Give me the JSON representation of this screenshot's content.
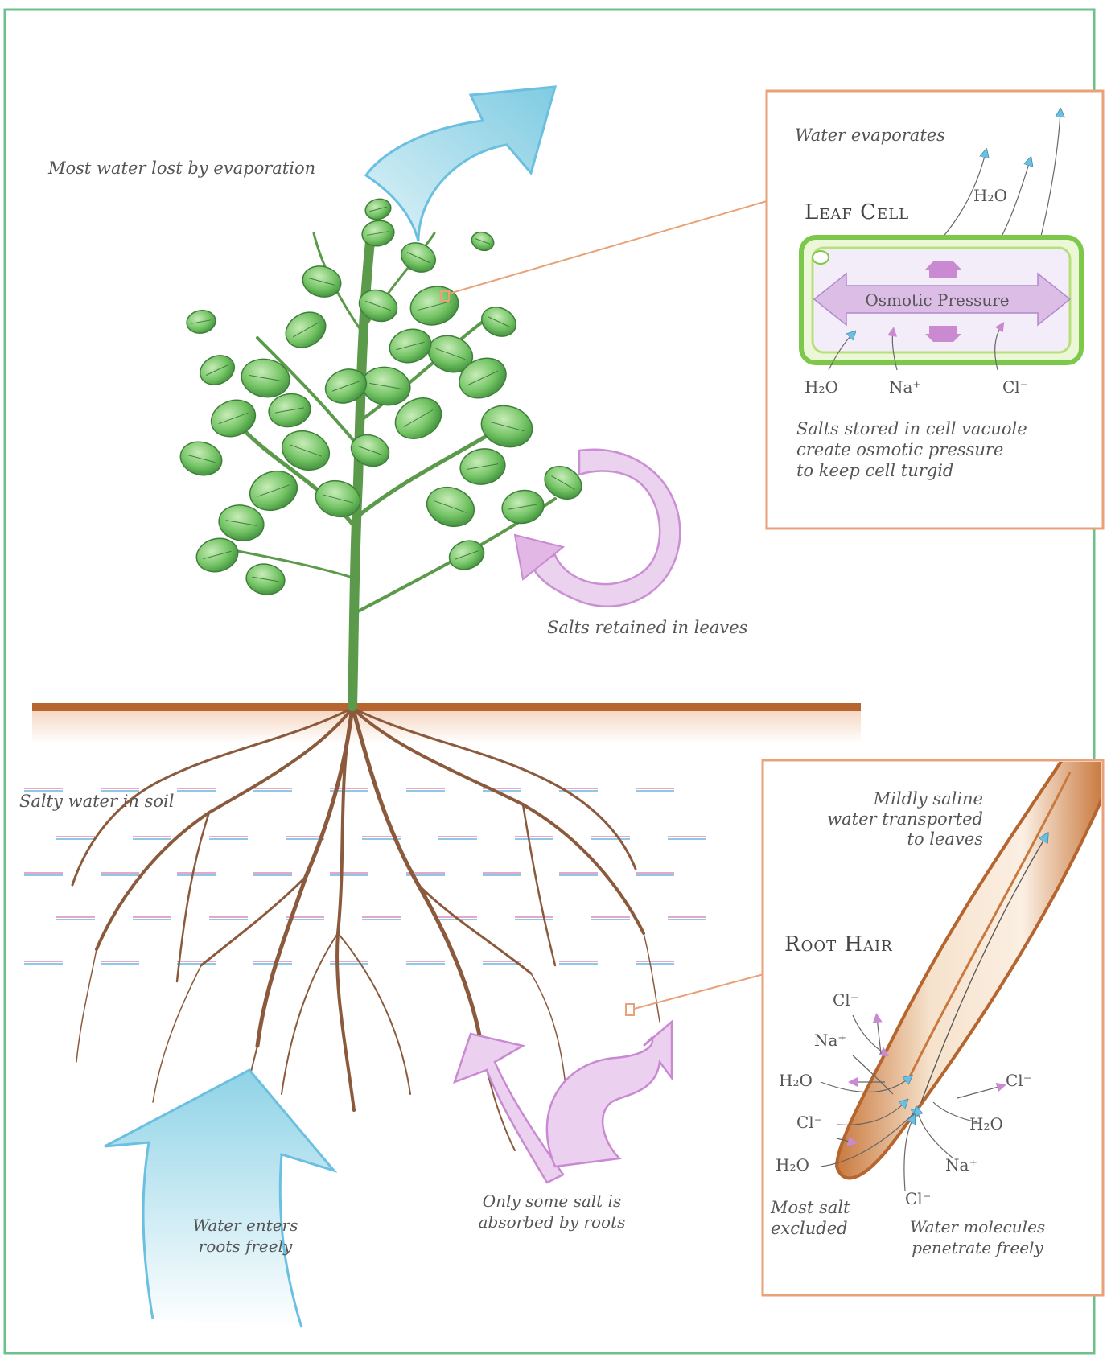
{
  "labels": {
    "evaporation": "Most water lost by evaporation",
    "salts_retained": "Salts retained in leaves",
    "salty_water": "Salty water in soil",
    "water_enters": [
      "Water enters",
      "roots freely"
    ],
    "some_salt": [
      "Only some salt is",
      "absorbed by roots"
    ]
  },
  "leaf_panel": {
    "title": "Leaf Cell",
    "water_evaporates": "Water evaporates",
    "h2o_top": "H₂O",
    "osmotic": "Osmotic Pressure",
    "h2o": "H₂O",
    "na": "Na⁺",
    "cl": "Cl⁻",
    "caption": [
      "Salts stored in cell vacuole",
      "create osmotic pressure",
      "to keep cell turgid"
    ]
  },
  "root_panel": {
    "title": "Root Hair",
    "transported": [
      "Mildly saline",
      "water transported",
      "to leaves"
    ],
    "ions_left": [
      "Cl⁻",
      "Na⁺",
      "H₂O",
      "Cl⁻",
      "H₂O"
    ],
    "ions_right": [
      "Cl⁻",
      "H₂O",
      "Na⁺",
      "Cl⁻"
    ],
    "most_salt": [
      "Most salt",
      "excluded"
    ],
    "water_molecules": [
      "Water molecules",
      "penetrate freely"
    ]
  },
  "colors": {
    "frame": "#6cc08a",
    "panel_border": "#e8a27a",
    "water_arrow": "#8fd3e6",
    "salt_arrow": "#d9a6dd",
    "soil": "#b5652d",
    "root": "#8b5a3c",
    "leaf": "#5fb85a",
    "stem": "#5a9a4a"
  }
}
